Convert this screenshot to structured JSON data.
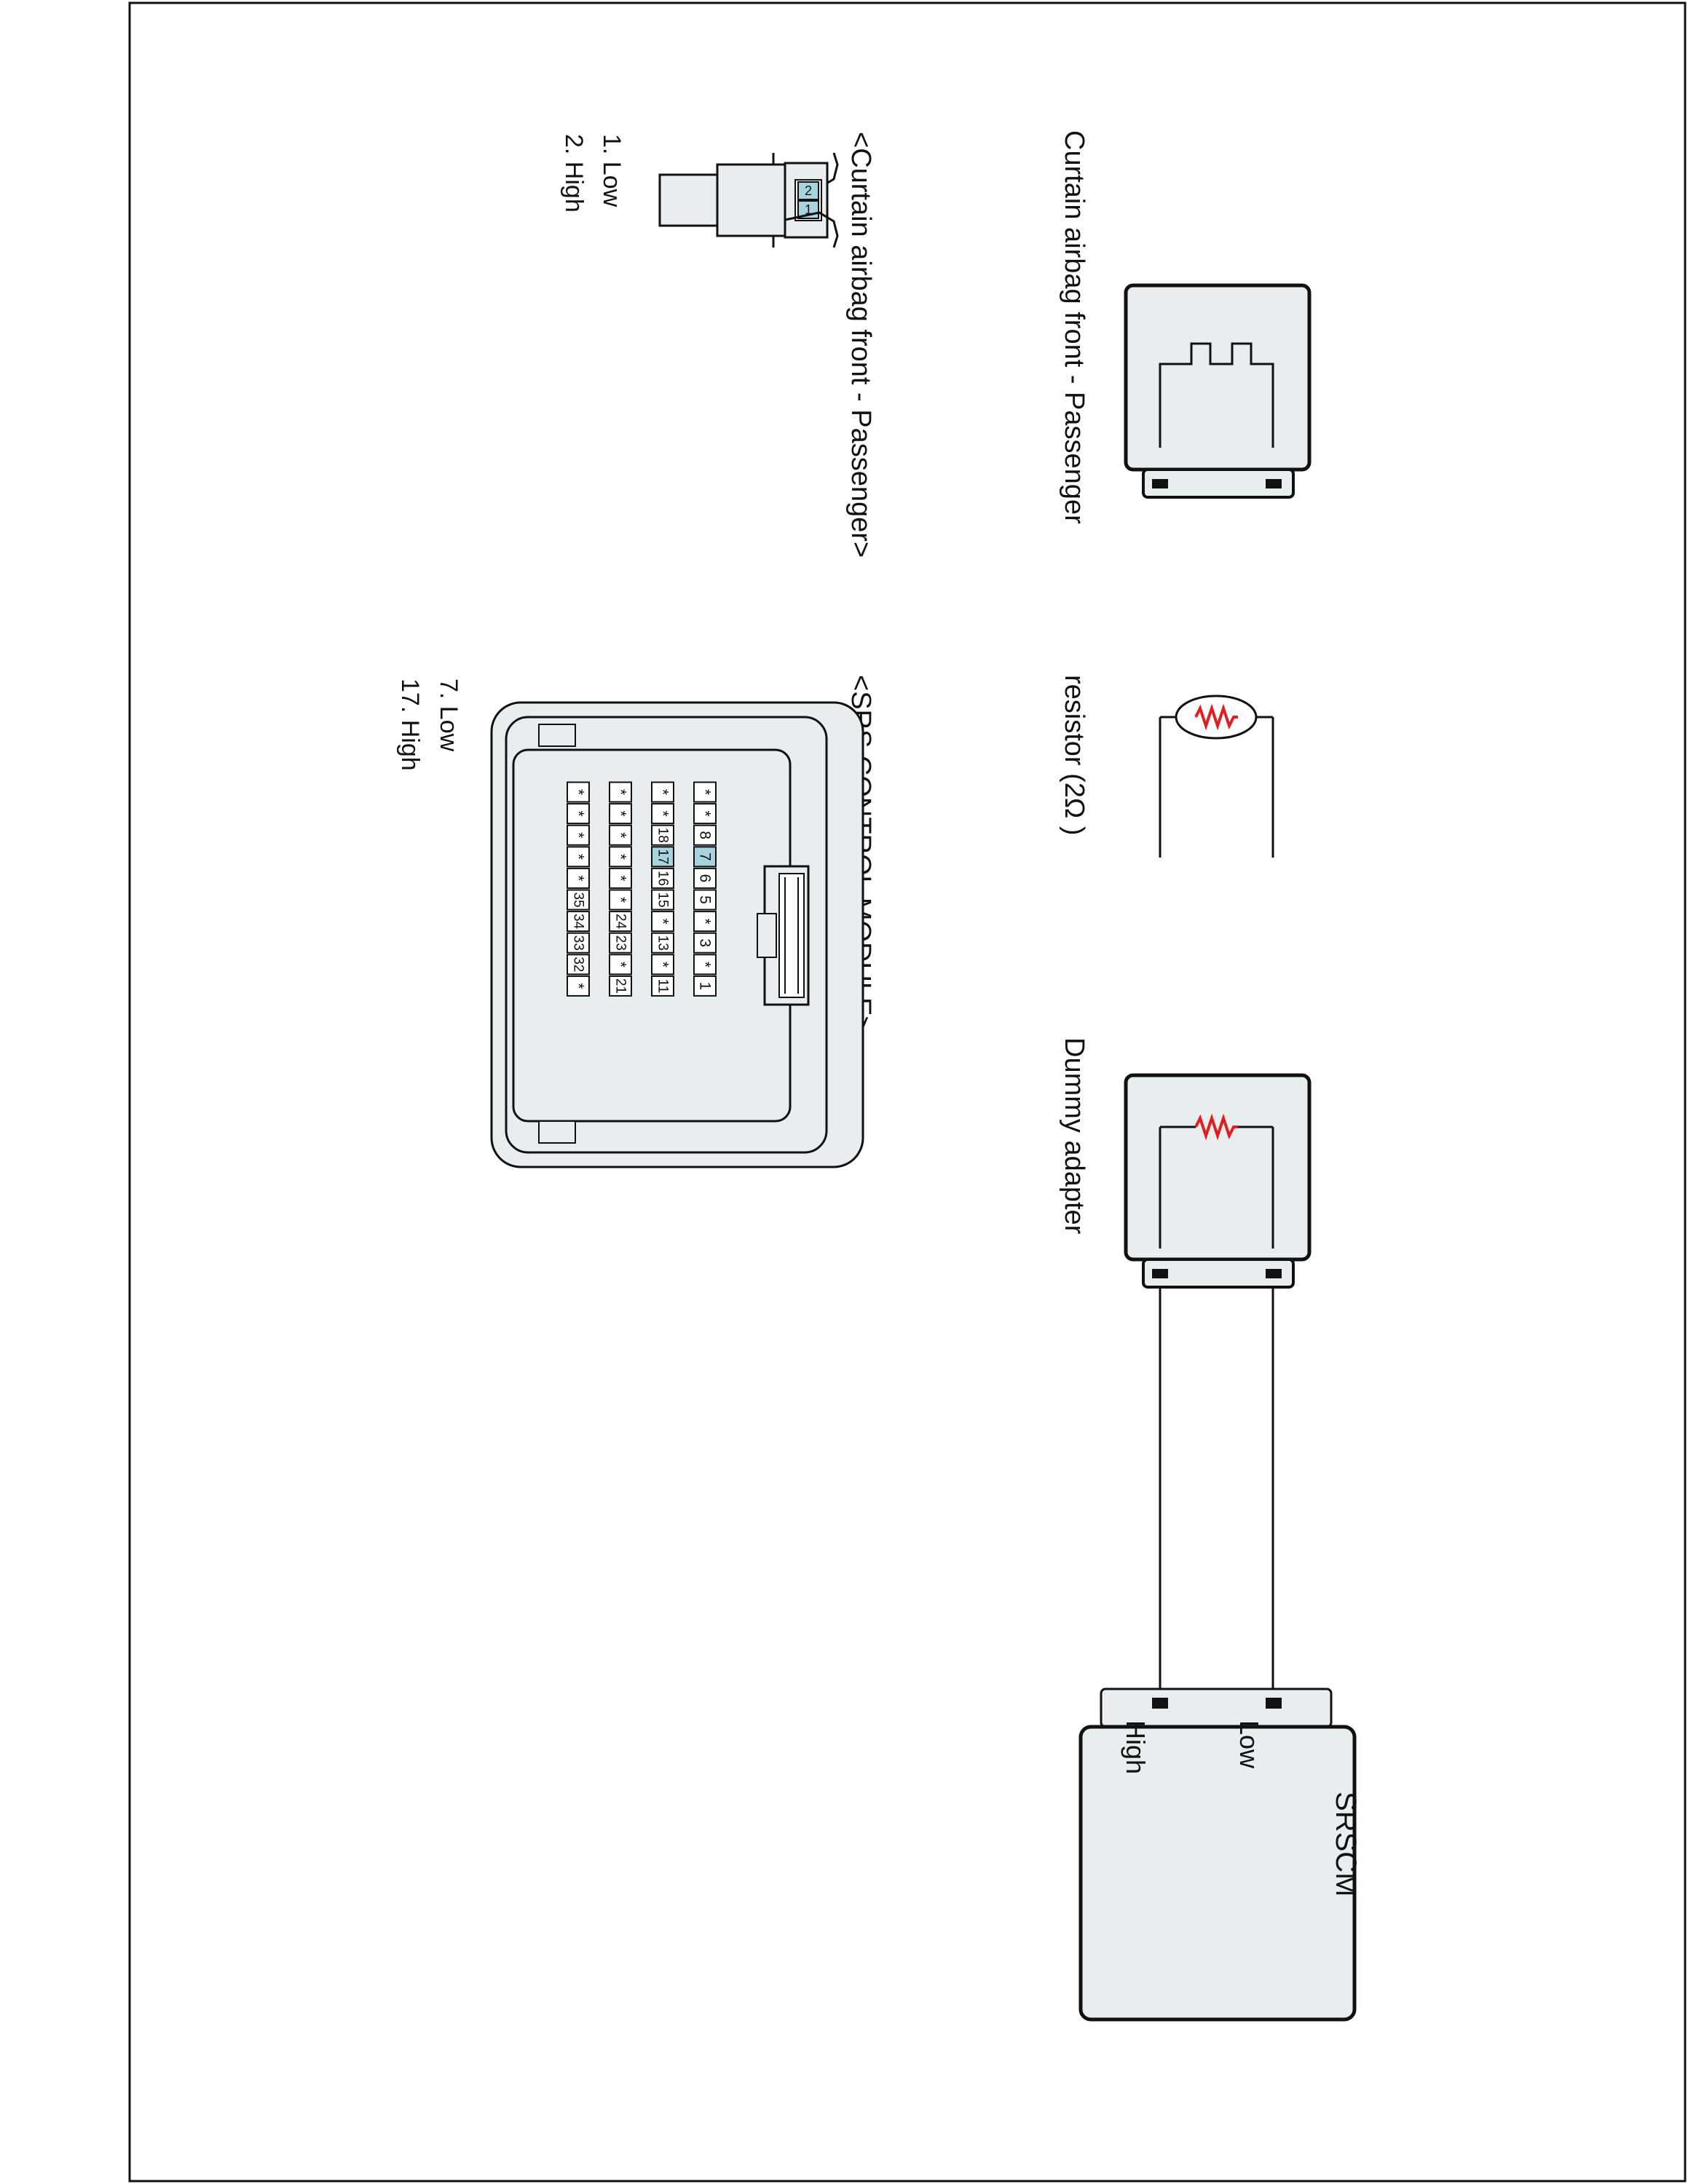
{
  "colors": {
    "fill": "#e8eef0",
    "stroke": "#111111",
    "resistor": "#e02020",
    "highlight": "#a8d4e0",
    "page_bg": "#ffffff"
  },
  "curtain_airbag": {
    "label": "Curtain airbag front - Passenger",
    "connector_title": "<Curtain airbag front - Passenger>",
    "pins": [
      "1. Low",
      "2. High"
    ],
    "pin_numbers": [
      "2",
      "1"
    ]
  },
  "resistor": {
    "label": "resistor (2Ω )",
    "icon": "resistor-icon"
  },
  "dummy_adapter": {
    "label": "Dummy adapter"
  },
  "srscm": {
    "label": "SRSCM",
    "pin_low": "Low",
    "pin_high": "High"
  },
  "srs_module": {
    "connector_title": "<SRS CONTROL MODULE>",
    "pins": [
      "7. Low",
      "17. High"
    ],
    "highlighted_pins": [
      "7",
      "17"
    ],
    "rows": [
      [
        "*",
        "*",
        "8",
        "7",
        "6",
        "5",
        "*",
        "3",
        "*",
        "1"
      ],
      [
        "*",
        "*",
        "18",
        "17",
        "16",
        "15",
        "*",
        "13",
        "*",
        "11"
      ],
      [
        "*",
        "*",
        "*",
        "*",
        "*",
        "*",
        "24",
        "23",
        "*",
        "21"
      ],
      [
        "*",
        "*",
        "*",
        "*",
        "*",
        "35",
        "34",
        "33",
        "32",
        "*"
      ]
    ]
  }
}
